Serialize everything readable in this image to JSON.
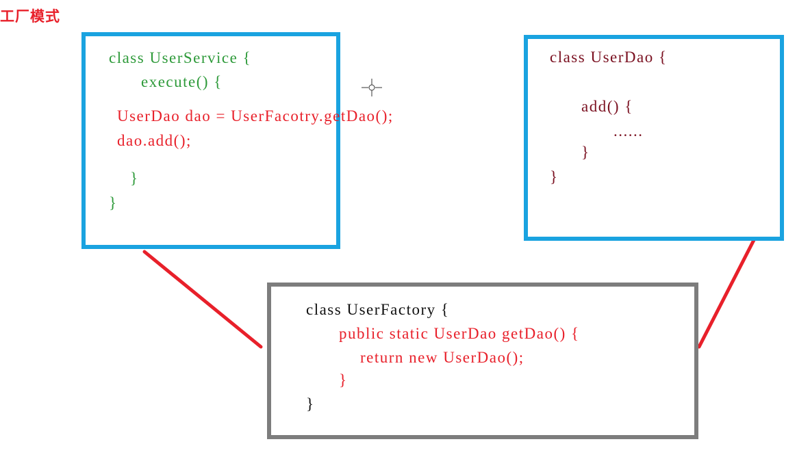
{
  "title": "工厂模式",
  "colors": {
    "title": "#e8202a",
    "blue_border": "#1aa3e0",
    "gray_border": "#7d7d7d",
    "connector": "#e8202a",
    "green_code": "#2e9a3a",
    "red_code": "#e8202a",
    "dark_red_code": "#7a1020",
    "black_code": "#111111"
  },
  "user_service": {
    "line1": "class UserService {",
    "line2": "execute() {",
    "line3": "UserDao dao = UserFacotry.getDao();",
    "line4": "dao.add();",
    "line5": "}",
    "line6": "}"
  },
  "user_dao": {
    "line1": "class UserDao {",
    "line2": "add() {",
    "line3": "......",
    "line4": "}",
    "line5": "}"
  },
  "user_factory": {
    "line1": "class UserFactory {",
    "line2": "public static UserDao getDao() {",
    "line3": "return new UserDao();",
    "line4": "}",
    "line5": "}"
  },
  "icons": {
    "cursor": "crosshair-cursor-icon"
  }
}
